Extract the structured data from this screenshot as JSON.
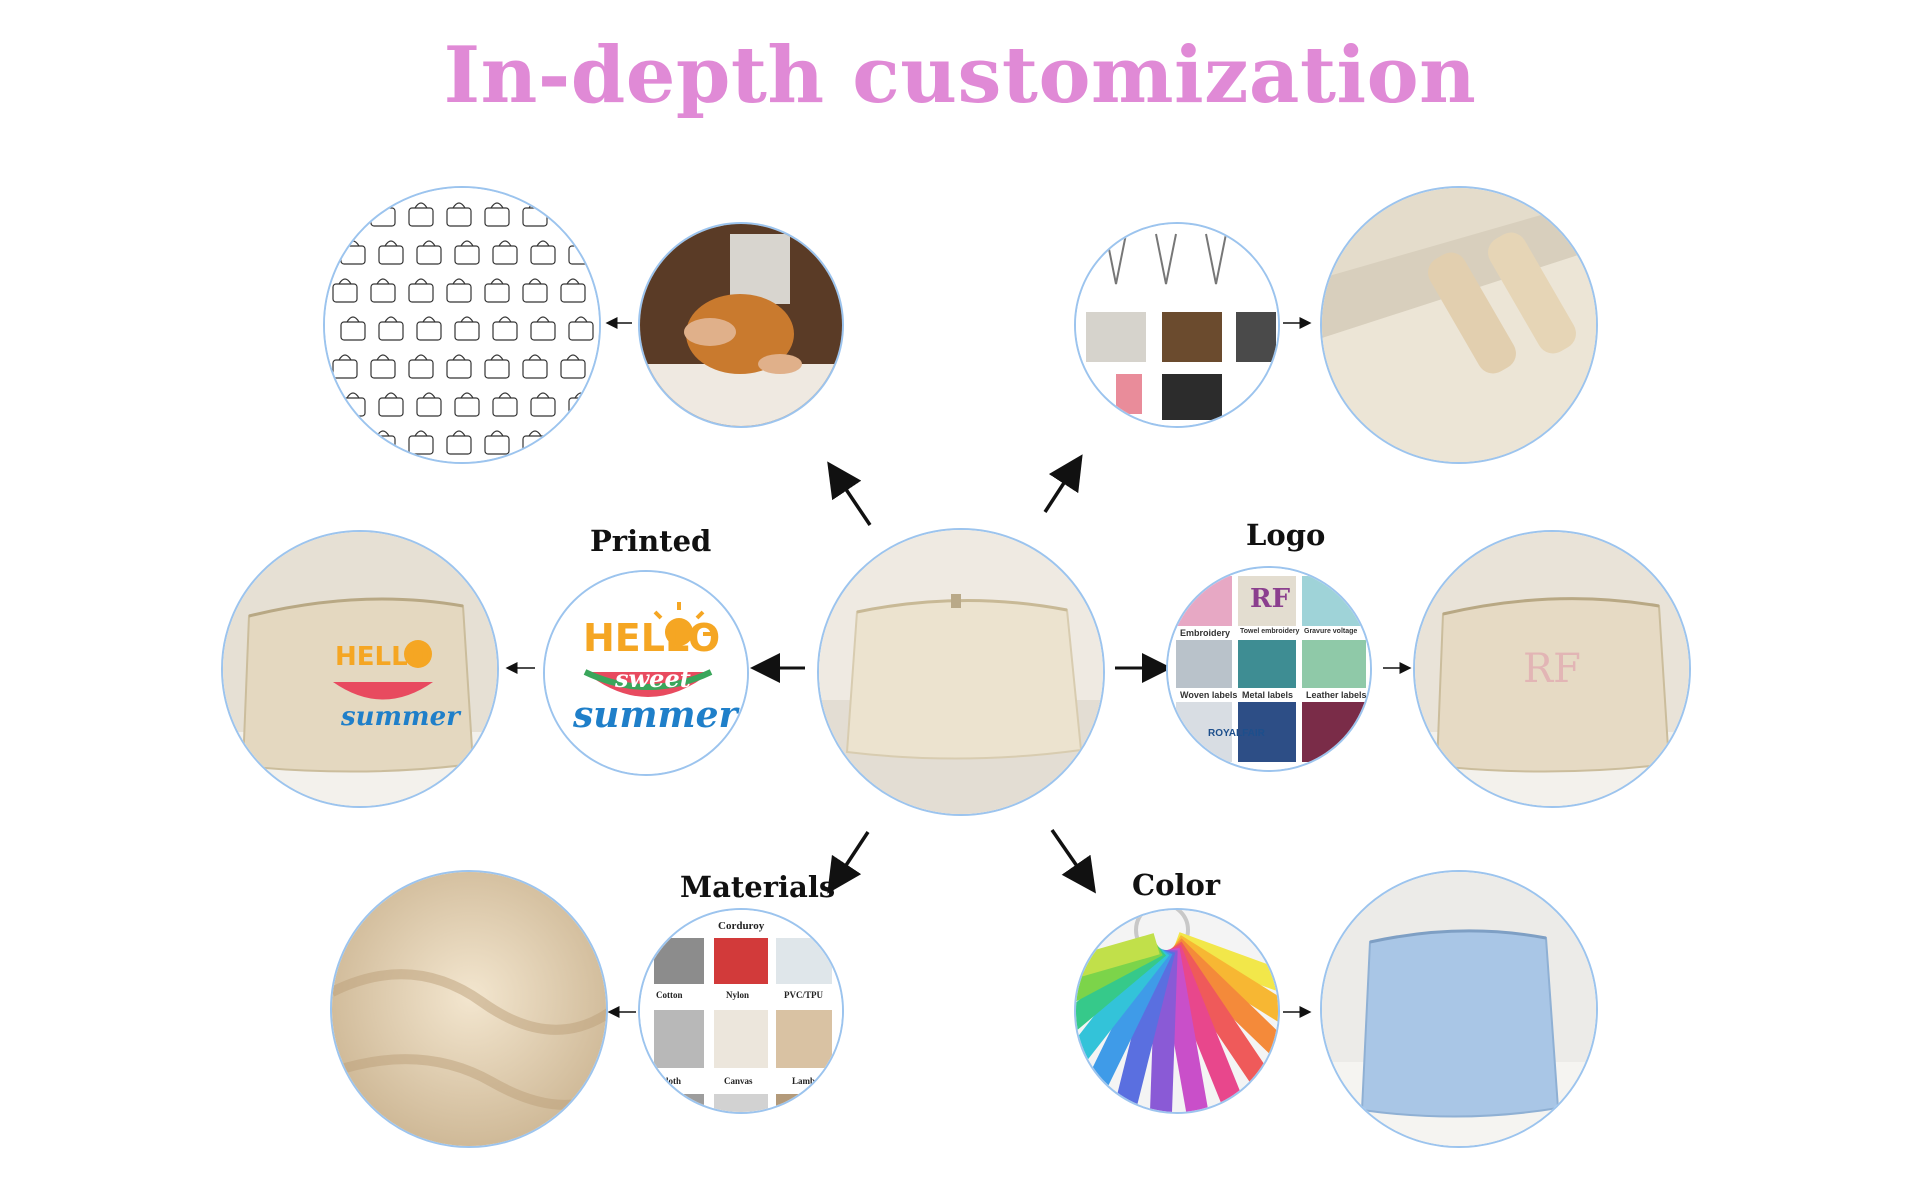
{
  "title": "In-depth customization",
  "labels": {
    "printed": "Printed",
    "logo": "Logo",
    "materials": "Materials",
    "color": "Color"
  },
  "printed_art": {
    "line1": "HELLO",
    "line2": "sweet",
    "line3": "summer"
  },
  "logo_samples": {
    "monogram": "RF",
    "captions": [
      "Embroidery",
      "Towel embroidery",
      "Gravure voltage",
      "Woven labels",
      "Metal labels",
      "Leather labels"
    ],
    "brand": "ROYALFAIR"
  },
  "bag_monogram": "RF",
  "material_samples": {
    "header": "Corduroy",
    "captions": [
      "Cotton",
      "Nylon",
      "PVC/TPU",
      "cloth",
      "Canvas",
      "Lamb"
    ]
  },
  "colors": {
    "title": "#e08ad6",
    "ring": "#9cc4ee",
    "canvas": "#ece3cf",
    "blue_bag": "#a9c6e6"
  }
}
